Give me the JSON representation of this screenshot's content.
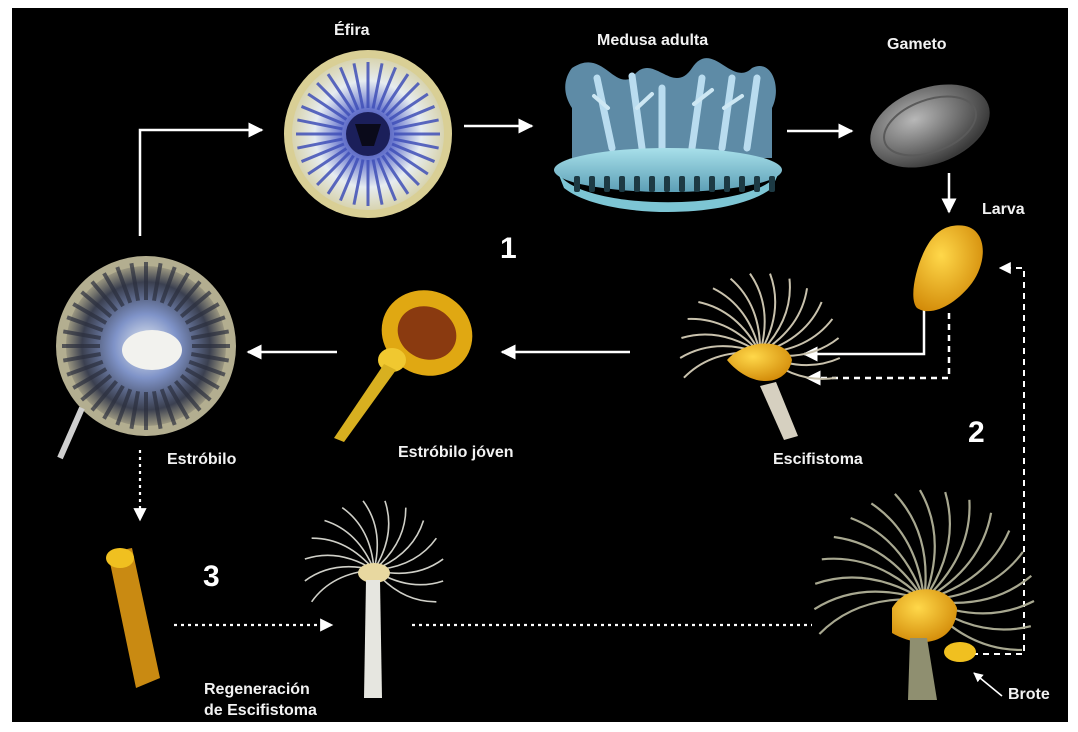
{
  "stages": {
    "efira": "Éfira",
    "medusa": "Medusa adulta",
    "gameto": "Gameto",
    "larva": "Larva",
    "escifistoma": "Escifistoma",
    "estrobilo_joven": "Estróbilo jóven",
    "estrobilo": "Estróbilo",
    "regeneracion_1": "Regeneración",
    "regeneracion_2": "de Escifistoma",
    "brote": "Brote"
  },
  "cycles": {
    "one": "1",
    "two": "2",
    "three": "3"
  },
  "colors": {
    "background": "#000000",
    "arrow": "#ffffff",
    "text": "#f2f2f2",
    "polyp_yellow": "#e8b21a",
    "medusa_blue": "#8fc6d6"
  },
  "icons": [
    "ephyra-icon",
    "medusa-icon",
    "gamete-icon",
    "larva-icon",
    "scyphistoma-icon",
    "young-strobila-icon",
    "strobila-icon",
    "fragment-icon",
    "regenerated-polyp-icon",
    "budding-polyp-icon"
  ]
}
